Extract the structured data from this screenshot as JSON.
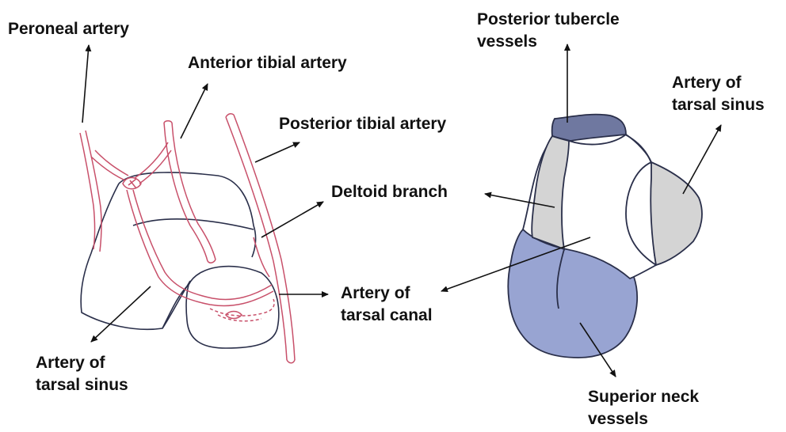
{
  "labels": {
    "peroneal_artery": "Peroneal artery",
    "anterior_tibial_artery": "Anterior tibial artery",
    "posterior_tibial_artery": "Posterior tibial artery",
    "deltoid_branch": "Deltoid branch",
    "artery_of_tarsal_canal_line1": "Artery of",
    "artery_of_tarsal_canal_line2": "tarsal canal",
    "artery_of_tarsal_sinus_left_line1": "Artery of",
    "artery_of_tarsal_sinus_left_line2": "tarsal sinus",
    "posterior_tubercle_vessels_line1": "Posterior tubercle",
    "posterior_tubercle_vessels_line2": "vessels",
    "artery_of_tarsal_sinus_right_line1": "Artery of",
    "artery_of_tarsal_sinus_right_line2": "tarsal sinus",
    "superior_neck_vessels_line1": "Superior neck",
    "superior_neck_vessels_line2": "vessels"
  },
  "colors": {
    "bone_outline": "#2a2f4a",
    "artery": "#c8506a",
    "arrow": "#111111",
    "region_grey": "#d4d4d4",
    "region_dark": "#6f78a0",
    "region_blue": "#98a4d2"
  }
}
